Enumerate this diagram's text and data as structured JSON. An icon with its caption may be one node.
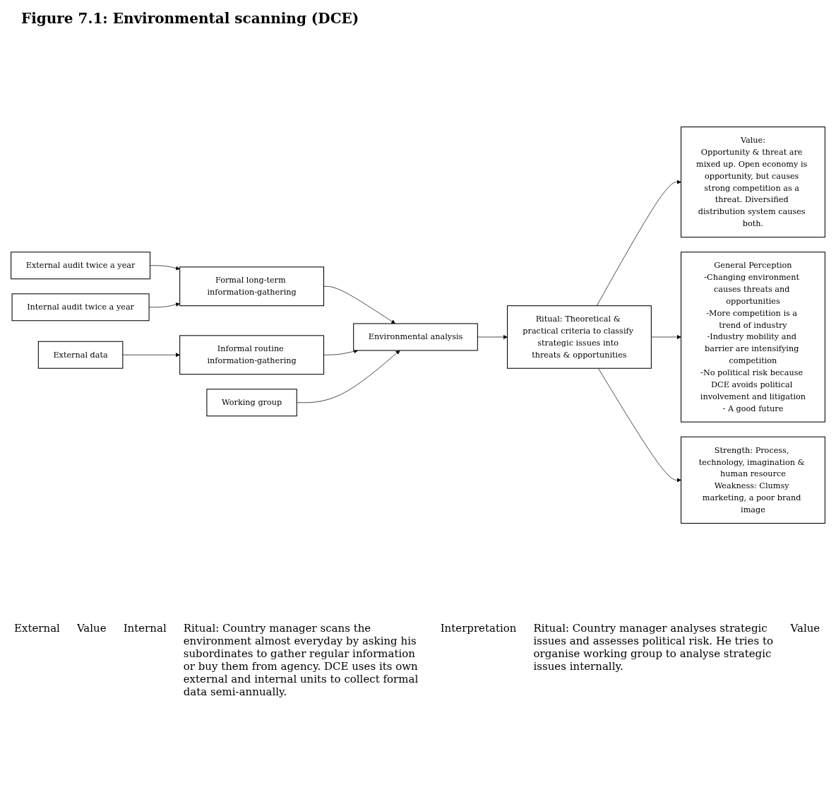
{
  "diagram": {
    "title": "Figure 7.1: Environmental scanning (DCE)",
    "nodes": [
      {
        "text": [
          "External audit twice a year"
        ]
      },
      {
        "text": [
          "Formal long-term information-gathering"
        ]
      },
      {
        "text": [
          "Internal audit twice a year"
        ]
      },
      {
        "text": [
          "External data"
        ]
      },
      {
        "text": [
          "Informal routine information-gathering"
        ]
      },
      {
        "text": [
          "Environmental analysis"
        ]
      },
      {
        "text": [
          "Working group"
        ]
      },
      {
        "text": [
          "Ritual: Theoretical & practical criteria to classify strategic issues into threats & opportunities"
        ]
      },
      {
        "text": [
          "Value:",
          "Opportunity & threat are mixed up. Open economy is opportunity, but causes strong competition as a threat. Diversified distribution system causes both."
        ]
      },
      {
        "text": [
          "General Perception",
          "-Changing environment causes threats and opportunities",
          "-More competition is a trend of industry",
          "-Industry mobility and barrier are intensifying competition",
          "-No political risk because DCE avoids political involvement and litigation",
          "- A good future"
        ]
      },
      {
        "text": [
          "Strength: Process, technology, imagination & human resource",
          "Weakness: Clumsy marketing, a poor brand image"
        ]
      }
    ],
    "edges": [
      {
        "from": 0,
        "to": 1,
        "arrow": "to"
      },
      {
        "from": 2,
        "to": 1,
        "arrow": "to"
      },
      {
        "from": 3,
        "to": 4,
        "arrow": "to"
      },
      {
        "from": 1,
        "to": 5,
        "arrow": "to"
      },
      {
        "from": 4,
        "to": 5,
        "arrow": "to"
      },
      {
        "from": 6,
        "to": 5,
        "arrow": "to"
      },
      {
        "from": 5,
        "to": 7,
        "arrow": "to"
      },
      {
        "from": 7,
        "to": 8,
        "arrow": "to"
      },
      {
        "from": 7,
        "to": 9,
        "arrow": "to"
      },
      {
        "from": 7,
        "to": 10,
        "arrow": "to"
      }
    ],
    "labels": [
      "External",
      "Value",
      "Internal",
      "Ritual: Country manager scans the environment almost everyday by asking his subordinates to gather regular information or buy them from agency. DCE uses its own external and internal units to collect formal data semi-annually.",
      "Interpretation",
      "Ritual: Country manager analyses strategic issues and assesses political risk. He tries to organise working group to analyse strategic issues internally.",
      "Value"
    ]
  }
}
